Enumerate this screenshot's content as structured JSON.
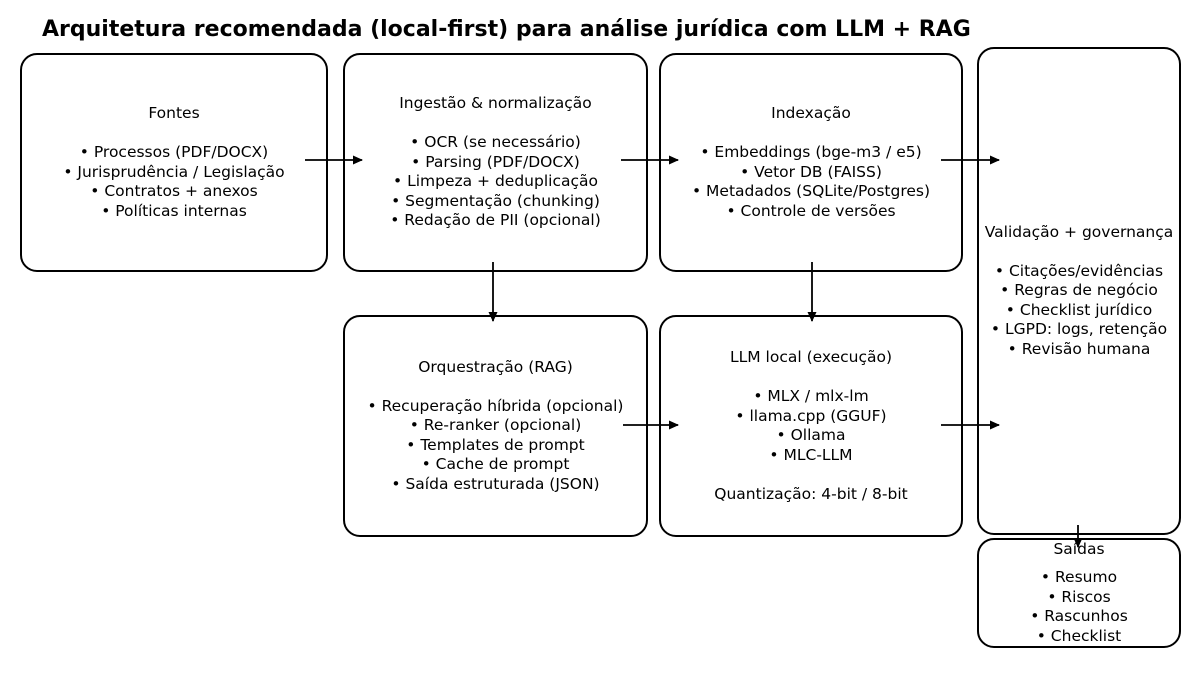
{
  "title": "Arquitetura recomendada (local-first) para análise jurídica com LLM + RAG",
  "colors": {
    "background": "#ffffff",
    "line": "#000000",
    "text": "#000000"
  },
  "boxes": {
    "fontes": {
      "title": "Fontes",
      "items": [
        "• Processos (PDF/DOCX)",
        "• Jurisprudência / Legislação",
        "• Contratos + anexos",
        "• Políticas internas"
      ]
    },
    "ingestao": {
      "title": "Ingestão & normalização",
      "items": [
        "• OCR (se necessário)",
        "• Parsing (PDF/DOCX)",
        "• Limpeza + deduplicação",
        "• Segmentação (chunking)",
        "• Redação de PII (opcional)"
      ]
    },
    "indexacao": {
      "title": "Indexação",
      "items": [
        "• Embeddings (bge-m3 / e5)",
        "• Vetor DB (FAISS)",
        "• Metadados (SQLite/Postgres)",
        "• Controle de versões"
      ]
    },
    "validacao": {
      "title": "Validação + governança",
      "items": [
        "• Citações/evidências",
        "• Regras de negócio",
        "• Checklist jurídico",
        "• LGPD: logs, retenção",
        "• Revisão humana"
      ]
    },
    "orquestracao": {
      "title": "Orquestração (RAG)",
      "items": [
        "• Recuperação híbrida (opcional)",
        "• Re-ranker (opcional)",
        "• Templates de prompt",
        "• Cache de prompt",
        "• Saída estruturada (JSON)"
      ]
    },
    "llm": {
      "title": "LLM local (execução)",
      "items": [
        "• MLX / mlx-lm",
        "• llama.cpp (GGUF)",
        "• Ollama",
        "• MLC-LLM"
      ],
      "footer": "Quantização: 4-bit / 8-bit"
    },
    "saidas": {
      "title": "Saídas",
      "items": [
        "• Resumo",
        "• Riscos",
        "• Rascunhos",
        "• Checklist"
      ]
    }
  }
}
